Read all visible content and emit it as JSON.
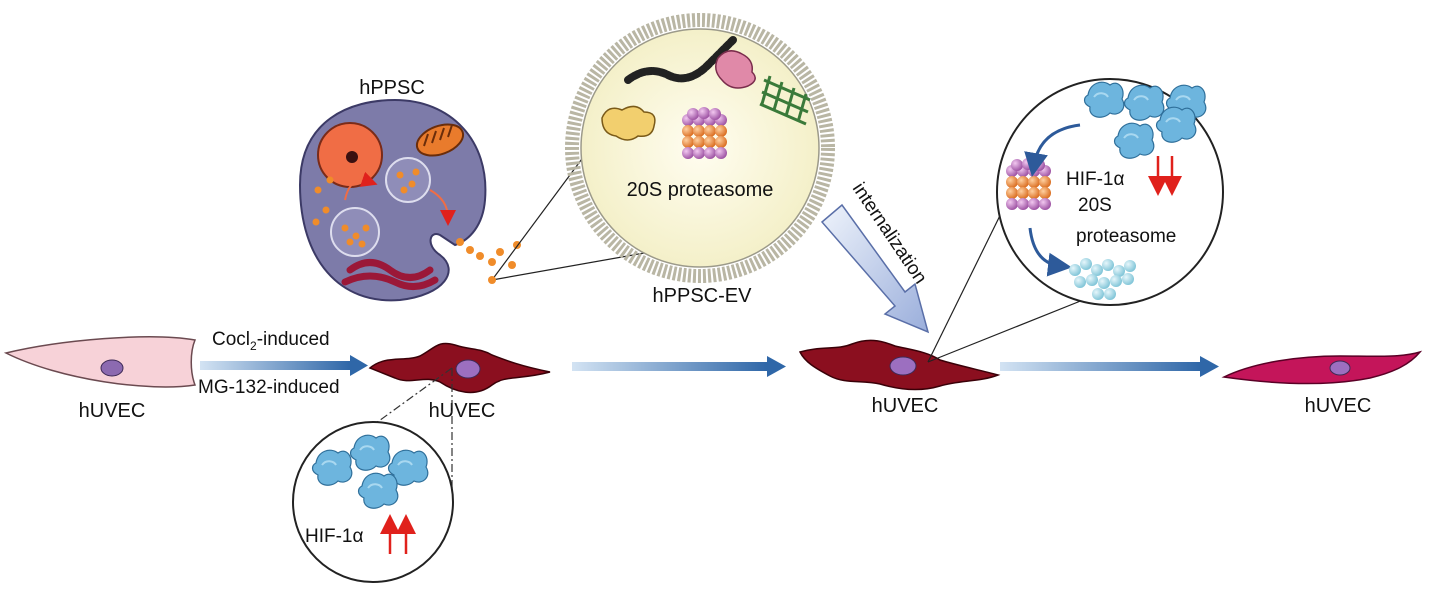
{
  "labels": {
    "hppsc": "hPPSC",
    "ev": "hPPSC-EV",
    "proteasome_in_ev": "20S proteasome",
    "internalization": "internalization",
    "cocl2_main": "Cocl",
    "cocl2_sub": "2",
    "cocl2_suffix": "-induced",
    "mg132": "MG-132-induced",
    "huvec_1": "hUVEC",
    "huvec_2": "hUVEC",
    "huvec_3": "hUVEC",
    "huvec_4": "hUVEC",
    "hif_up": "HIF-1α",
    "hif_down": "HIF-1α",
    "proteasome_line1": "20S",
    "proteasome_line2": "proteasome"
  },
  "colors": {
    "arrow_start": "#cfe0f1",
    "arrow_end": "#2f67a8",
    "up_arrow": "#e0211c",
    "down_arrow": "#e0211c",
    "huvec_normal": "#f6cfd6",
    "huvec_stressed": "#8b0f1f",
    "huvec_recovered": "#c4155a",
    "nucleus": "#8c6ab0",
    "hppsc_cell": "#7c7aa8",
    "hif_protein": "#6ab3dd",
    "proteasome": "#e98a3a",
    "proteasome_cap": "#b670b9"
  },
  "icons": [
    "hppsc-cell-icon",
    "ev-vesicle-icon",
    "proteasome-icon",
    "hif-protein-icon",
    "huvec-cell-icon",
    "arrow-right-icon"
  ]
}
